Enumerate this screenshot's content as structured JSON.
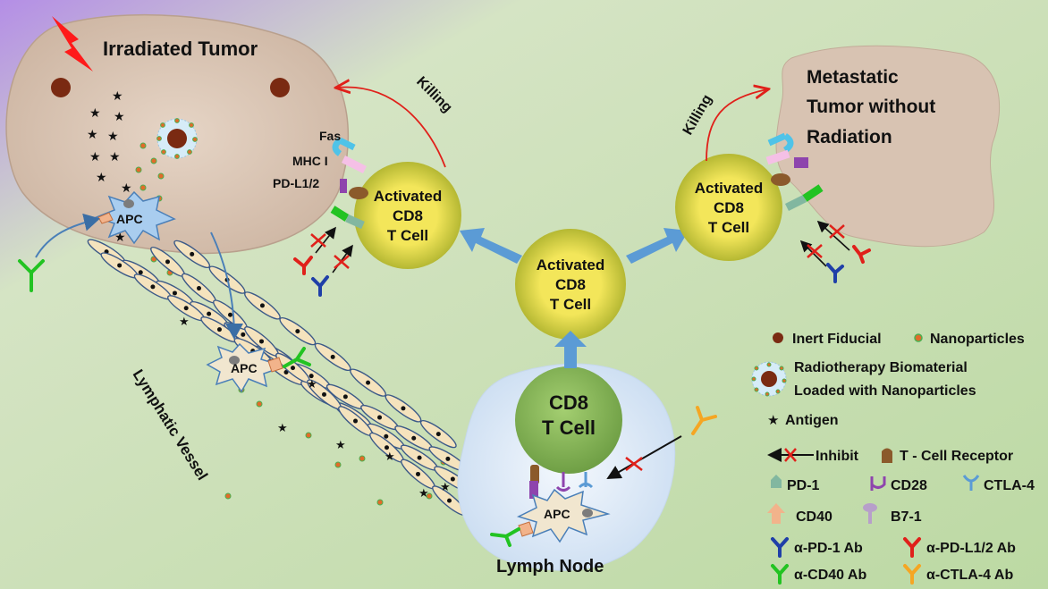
{
  "irradiated_tumor": {
    "title": "Irradiated Tumor"
  },
  "metastatic_tumor": {
    "title_lines": [
      "Metastatic",
      "Tumor without",
      "Radiation"
    ]
  },
  "killing_labels": [
    "Killing",
    "Killing"
  ],
  "receptor_labels": {
    "fas": "Fas",
    "mhc": "MHC I",
    "pdl": "PD-L1/2"
  },
  "activated_cell": {
    "lines": [
      "Activated",
      "CD8",
      "T Cell"
    ]
  },
  "apc_label": "APC",
  "cd8_cell": {
    "lines": [
      "CD8",
      "T Cell"
    ]
  },
  "lymph_node_label": "Lymph Node",
  "lymphatic_vessel_label": "Lymphatic Vessel",
  "legend": {
    "inert_fiducial": "Inert Fiducial",
    "nanoparticles": "Nanoparticles",
    "biomaterial_lines": [
      "Radiotherapy Biomaterial",
      "Loaded with Nanoparticles"
    ],
    "antigen": "Antigen",
    "inhibit": "Inhibit",
    "tcr": "T - Cell Receptor",
    "pd1": "PD-1",
    "cd28": "CD28",
    "ctla4": "CTLA-4",
    "cd40": "CD40",
    "b71": "B7-1",
    "anti_pd1": "α-PD-1 Ab",
    "anti_pdl": "α-PD-L1/2 Ab",
    "anti_cd40": "α-CD40 Ab",
    "anti_ctla4": "α-CTLA-4 Ab"
  },
  "colors": {
    "tumor": "#d8c3b2",
    "activated_cell": "#efe05a",
    "cd8_cell": "#8fbf5e",
    "apc": "#a9cdef",
    "lymph_node": "#dbe8f6",
    "arrow_blue": "#5b9bd5",
    "kill_arrow": "#e0201a",
    "vessel_cell": "#f5e3bd"
  }
}
